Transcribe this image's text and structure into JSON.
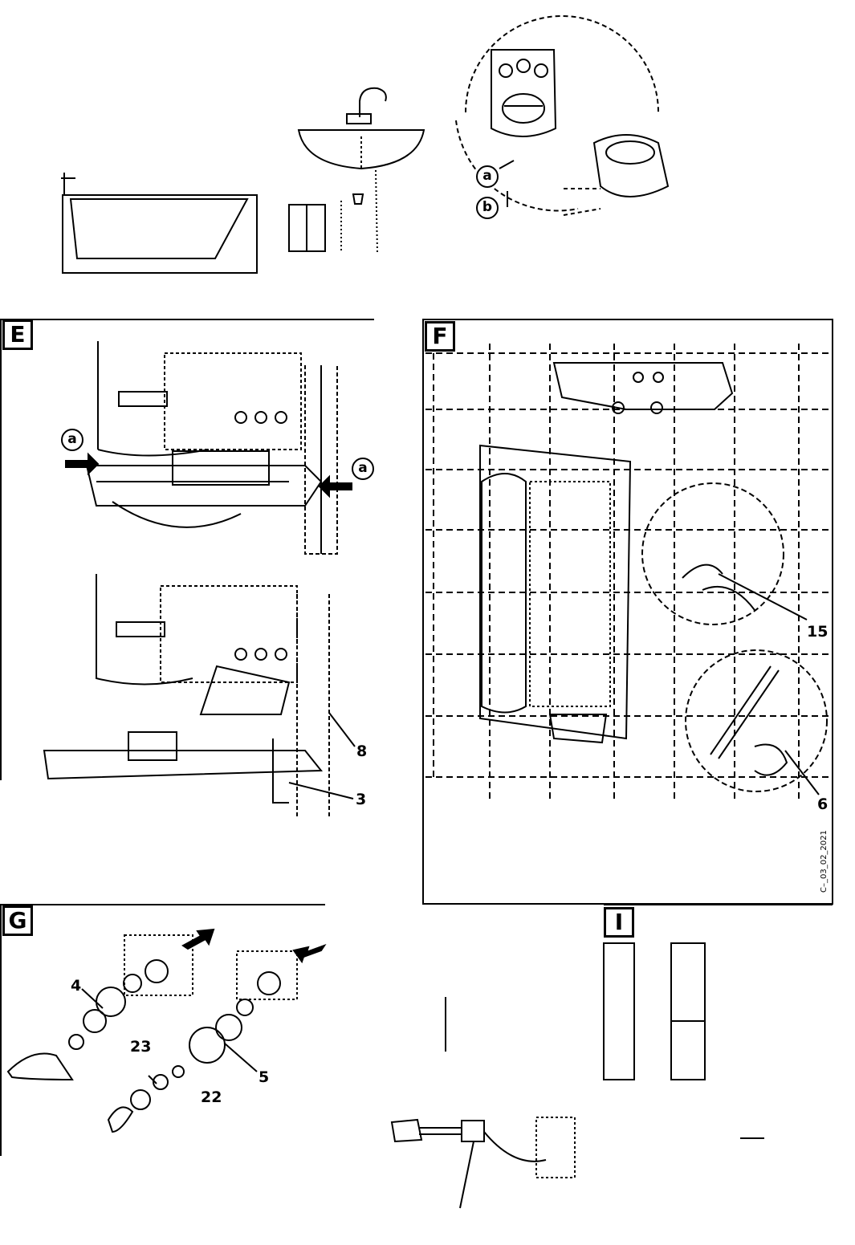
{
  "sections": {
    "e": {
      "label": "E",
      "callouts": {
        "a_left": "a",
        "a_right": "a",
        "n8": "8",
        "n3": "3"
      }
    },
    "f": {
      "label": "F",
      "callouts": {
        "n15": "15",
        "n6": "6"
      },
      "code": "C–_03_02_2021"
    },
    "g": {
      "label": "G",
      "callouts": {
        "n4": "4",
        "n23": "23",
        "n22": "22",
        "n5": "5"
      }
    },
    "i": {
      "label": "I"
    }
  },
  "top": {
    "callouts": {
      "a": "a",
      "b": "b"
    }
  }
}
